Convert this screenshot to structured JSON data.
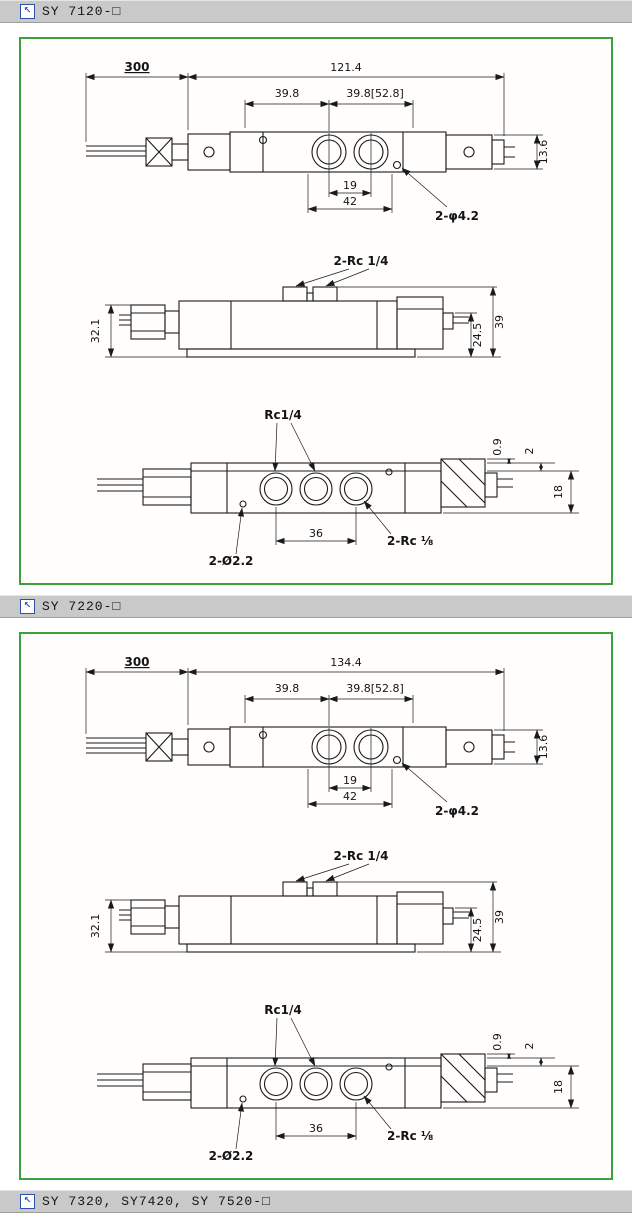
{
  "colors": {
    "frame_border": "#3aa23a",
    "header_bg": "#c9c9c9",
    "icon_blue": "#2f4fb0",
    "drawing_line": "#1a1a1a"
  },
  "icon": {
    "glyph": "↖",
    "name": "arrow-up-left-icon"
  },
  "headers": {
    "s1": "SY 7120-□",
    "s2": "SY 7220-□",
    "s3": "SY 7320, SY7420, SY 7520-□"
  },
  "s1": {
    "top_view": {
      "lead_length": "300",
      "overall_width": "121.4",
      "pitch_left": "39.8",
      "pitch_right": "39.8[52.8]",
      "end_height": "13.6",
      "port_pitch": "19",
      "body_width": "42",
      "mount_holes": "2-φ4.2"
    },
    "side_view": {
      "top_ports": "2-Rc 1/4",
      "height_left": "32.1",
      "height_inner": "24.5",
      "height_total": "39"
    },
    "bottom_view": {
      "center_port": "Rc1/4",
      "port_pitch": "36",
      "side_ports": "2-Rc ⅛",
      "pilot_holes": "2-Ø2.2",
      "dim_a": "0.9",
      "dim_b": "2",
      "dim_c": "18"
    }
  },
  "s2": {
    "top_view": {
      "lead_length": "300",
      "overall_width": "134.4",
      "pitch_left": "39.8",
      "pitch_right": "39.8[52.8]",
      "end_height": "13.6",
      "port_pitch": "19",
      "body_width": "42",
      "mount_holes": "2-φ4.2"
    },
    "side_view": {
      "top_ports": "2-Rc 1/4",
      "height_left": "32.1",
      "height_inner": "24.5",
      "height_total": "39"
    },
    "bottom_view": {
      "center_port": "Rc1/4",
      "port_pitch": "36",
      "side_ports": "2-Rc ⅛",
      "pilot_holes": "2-Ø2.2",
      "dim_a": "0.9",
      "dim_b": "2",
      "dim_c": "18"
    }
  }
}
